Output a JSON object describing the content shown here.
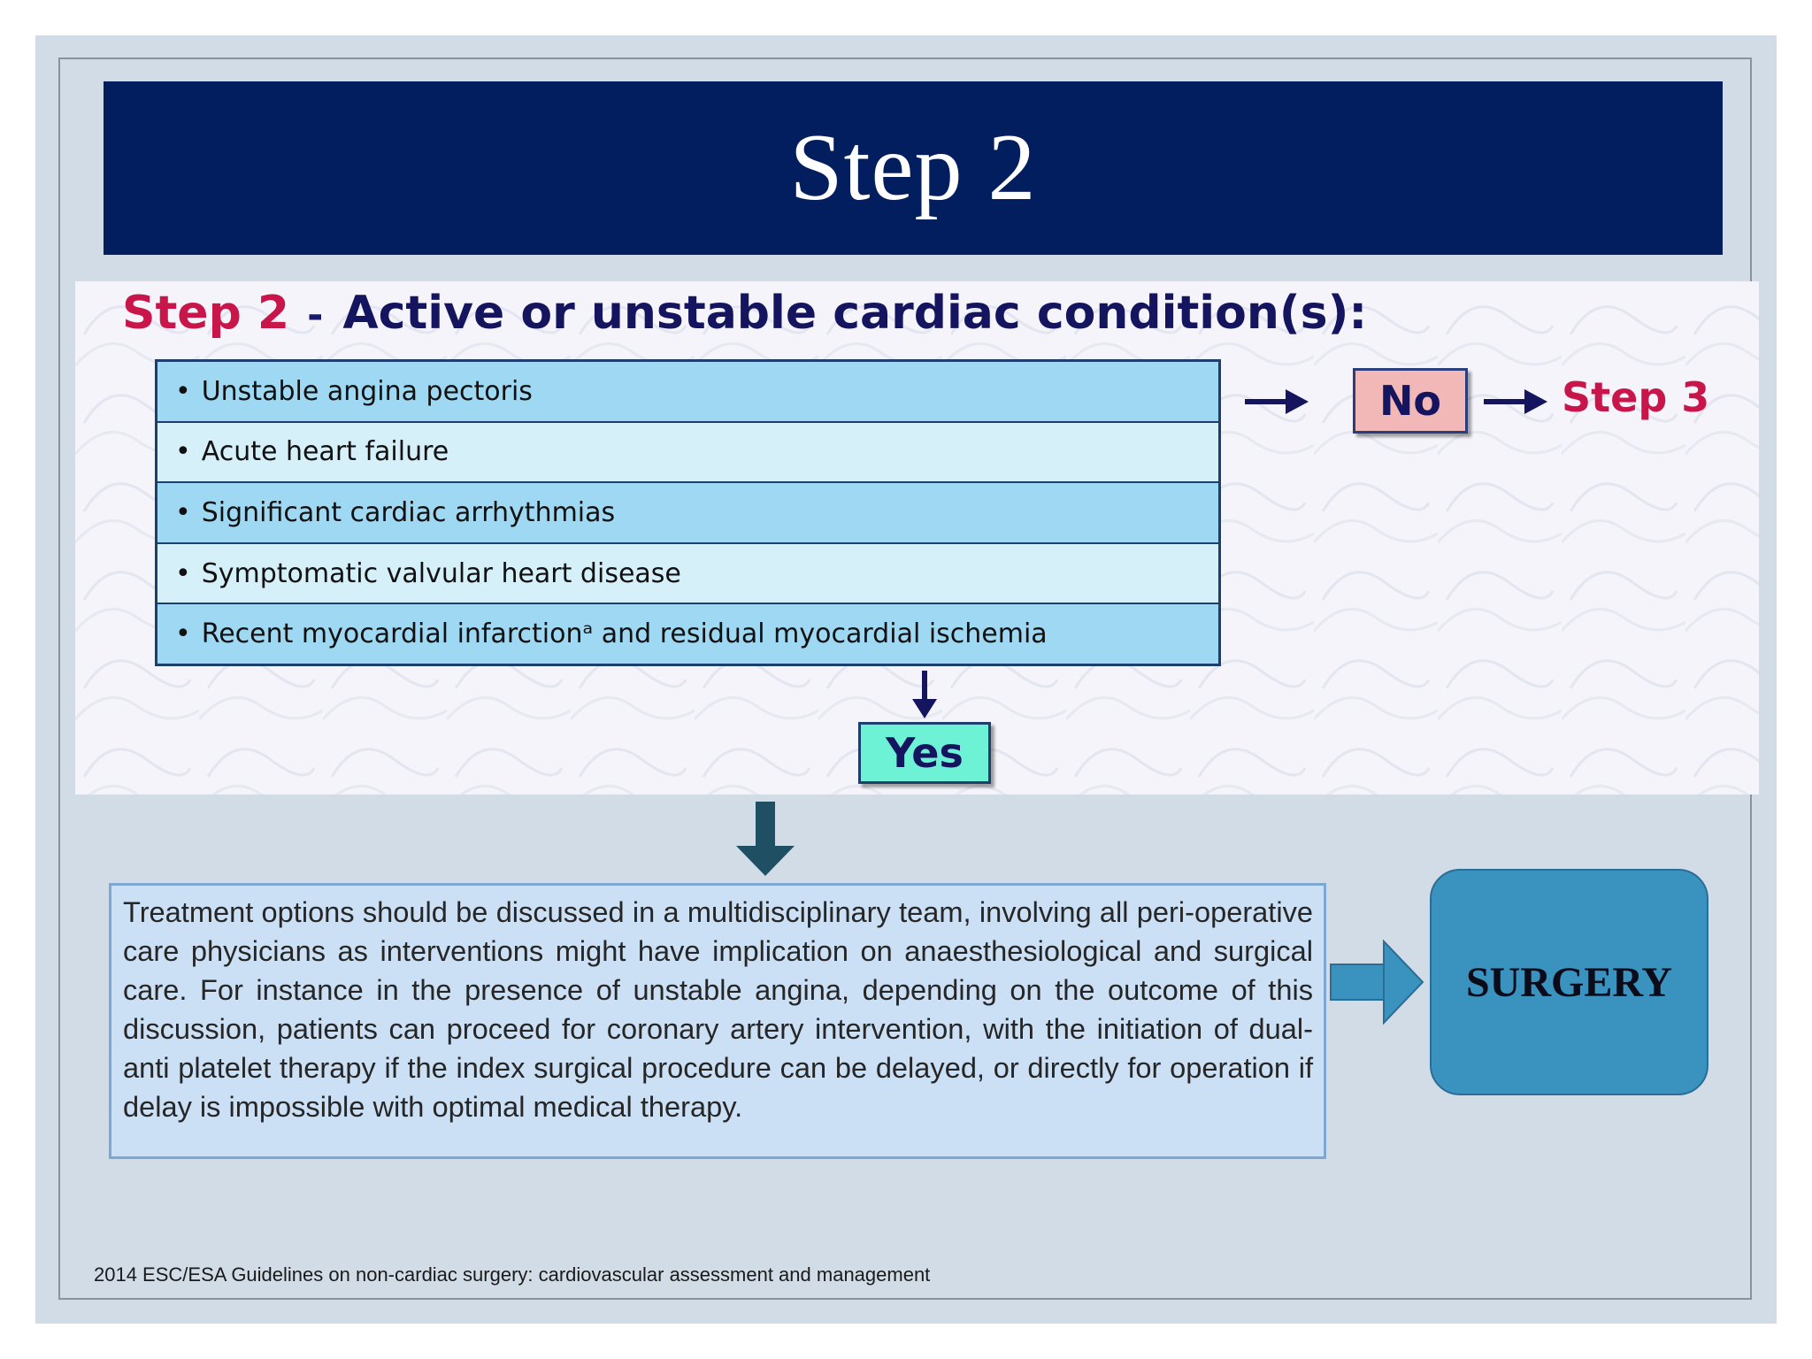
{
  "slide": {
    "title": "Step 2",
    "footer": "2014 ESC/ESA Guidelines on non-cardiac surgery: cardiovascular assessment and management"
  },
  "flow": {
    "heading_step": "Step 2",
    "heading_dash": "-",
    "heading_condition": "Active or unstable cardiac condition(s):",
    "conditions": [
      "Unstable angina pectoris",
      "Acute heart failure",
      "Significant cardiac arrhythmias",
      "Symptomatic valvular heart disease",
      "Recent myocardial infarctionᵃ and residual myocardial ischemia"
    ],
    "bullet": "•",
    "no_label": "No",
    "next_step_label": "Step 3",
    "yes_label": "Yes"
  },
  "treatment": {
    "text": "Treatment options should be discussed in a multidisciplinary team, involving all peri-operative care physicians as interventions might have implication on anaesthesiological and surgical care. For instance in the presence of unstable angina, depending on the outcome of this discussion, patients can proceed for coronary artery intervention, with the initiation of dual-anti platelet therapy if the index surgical procedure can be delayed, or directly for operation if delay is impossible with optimal medical therapy."
  },
  "outcome": {
    "label": "SURGERY"
  },
  "colors": {
    "title_bar": "#021e5e",
    "step_red": "#c8164a",
    "navy_text": "#14145f",
    "row_dark": "#9ed8f2",
    "row_light": "#d6f0fa",
    "no_fill": "#f2b7b7",
    "yes_fill": "#6ef2d6",
    "surgery_fill": "#3a93bf",
    "arrow_teal": "#1f4f63",
    "arrow_blue": "#3a93bf"
  }
}
